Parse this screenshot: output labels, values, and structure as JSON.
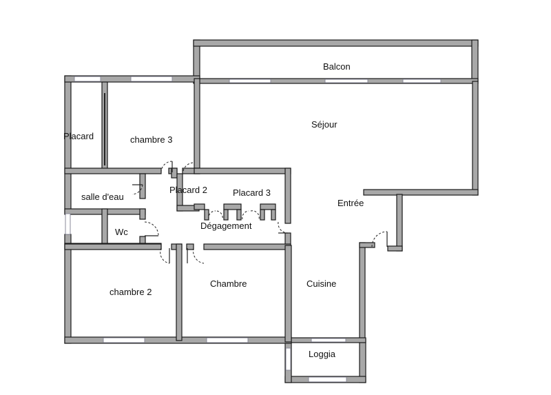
{
  "rooms": {
    "balcon": "Balcon",
    "sejour": "Séjour",
    "placard": "Placard",
    "chambre3": "chambre 3",
    "salle_eau": "salle d'eau",
    "placard2": "Placard 2",
    "placard3": "Placard 3",
    "entree": "Entrée",
    "wc": "Wc",
    "degagement": "Dégagement",
    "chambre2": "chambre 2",
    "chambre": "Chambre",
    "cuisine": "Cuisine",
    "loggia": "Loggia"
  },
  "colors": {
    "wall_fill": "#a8a8a8",
    "wall_stroke": "#1a1a1a",
    "window": "#8a8a9a",
    "background": "#ffffff"
  }
}
